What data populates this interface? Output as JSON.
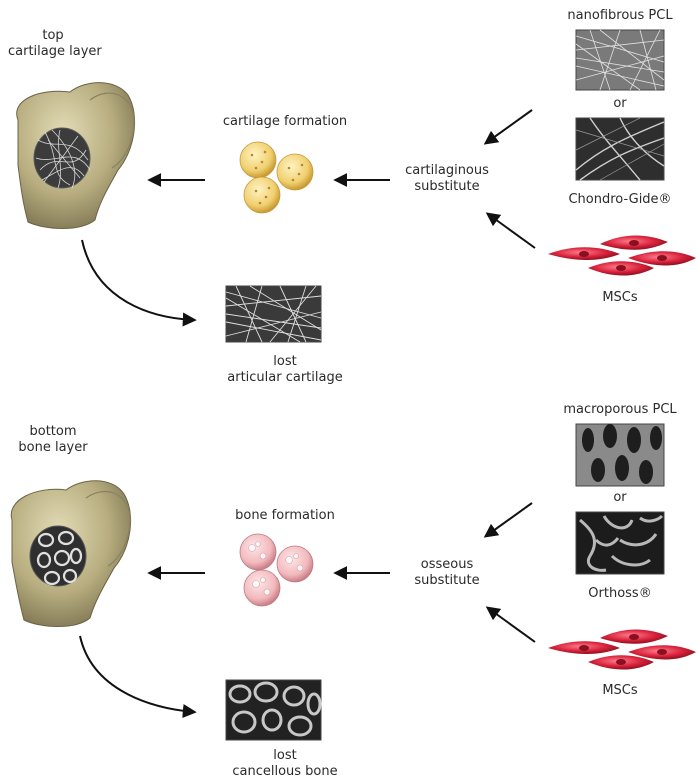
{
  "top": {
    "layer_line1": "top",
    "layer_line2": "cartilage layer",
    "formation": "cartilage formation",
    "substitute_line1": "cartilaginous",
    "substitute_line2": "substitute",
    "material1": "nanofibrous PCL",
    "or": "or",
    "material2": "Chondro-Gide®",
    "cells": "MSCs",
    "lost_line1": "lost",
    "lost_line2": "articular cartilage"
  },
  "bottom": {
    "layer_line1": "bottom",
    "layer_line2": "bone layer",
    "formation": "bone formation",
    "substitute_line1": "osseous",
    "substitute_line2": "substitute",
    "material1": "macroporous PCL",
    "or": "or",
    "material2": "Orthoss®",
    "cells": "MSCs",
    "lost_line1": "lost",
    "lost_line2": "cancellous bone"
  },
  "colors": {
    "bone_model": "#bdb48a",
    "chondrocyte": "#f0cf6e",
    "osteoblast": "#f2b9bd",
    "msc": "#d8213a",
    "arrow": "#111111"
  }
}
